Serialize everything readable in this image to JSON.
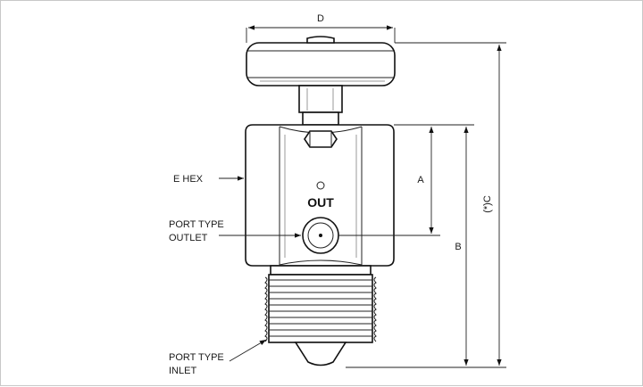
{
  "dimensions": {
    "d": "D",
    "a": "A",
    "b": "B",
    "c": "(*)C"
  },
  "labels": {
    "e_hex": "E HEX",
    "port_type_outlet_line1": "PORT TYPE",
    "port_type_outlet_line2": "OUTLET",
    "port_type_inlet_line1": "PORT TYPE",
    "port_type_inlet_line2": "INLET",
    "out": "OUT"
  }
}
